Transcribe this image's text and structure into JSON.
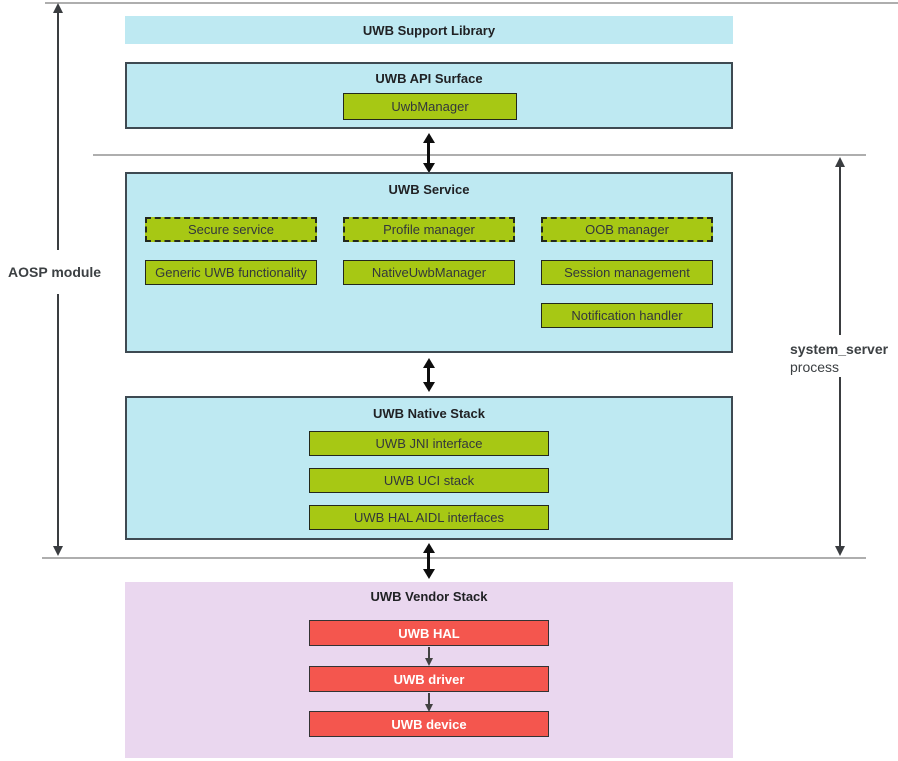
{
  "diagram": {
    "support_library": {
      "label": "UWB Support Library"
    },
    "api_surface": {
      "title": "UWB API Surface",
      "component": "UwbManager"
    },
    "service": {
      "title": "UWB Service",
      "dashed_modules": [
        "Secure service",
        "Profile manager",
        "OOB manager"
      ],
      "solid_modules": [
        "Generic UWB functionality",
        "NativeUwbManager",
        "Session management",
        "Notification handler"
      ]
    },
    "native_stack": {
      "title": "UWB Native Stack",
      "layers": [
        "UWB JNI interface",
        "UWB UCI stack",
        "UWB HAL AIDL interfaces"
      ]
    },
    "vendor_stack": {
      "title": "UWB Vendor Stack",
      "components": [
        "UWB HAL",
        "UWB driver",
        "UWB device"
      ]
    },
    "annotations": {
      "aosp": "AOSP module",
      "process_name": "system_server",
      "process_word": "process"
    },
    "colors": {
      "cyan": "#bee9f2",
      "green": "#a7c814",
      "red": "#f4564e",
      "pink": "#ead7ef"
    }
  }
}
